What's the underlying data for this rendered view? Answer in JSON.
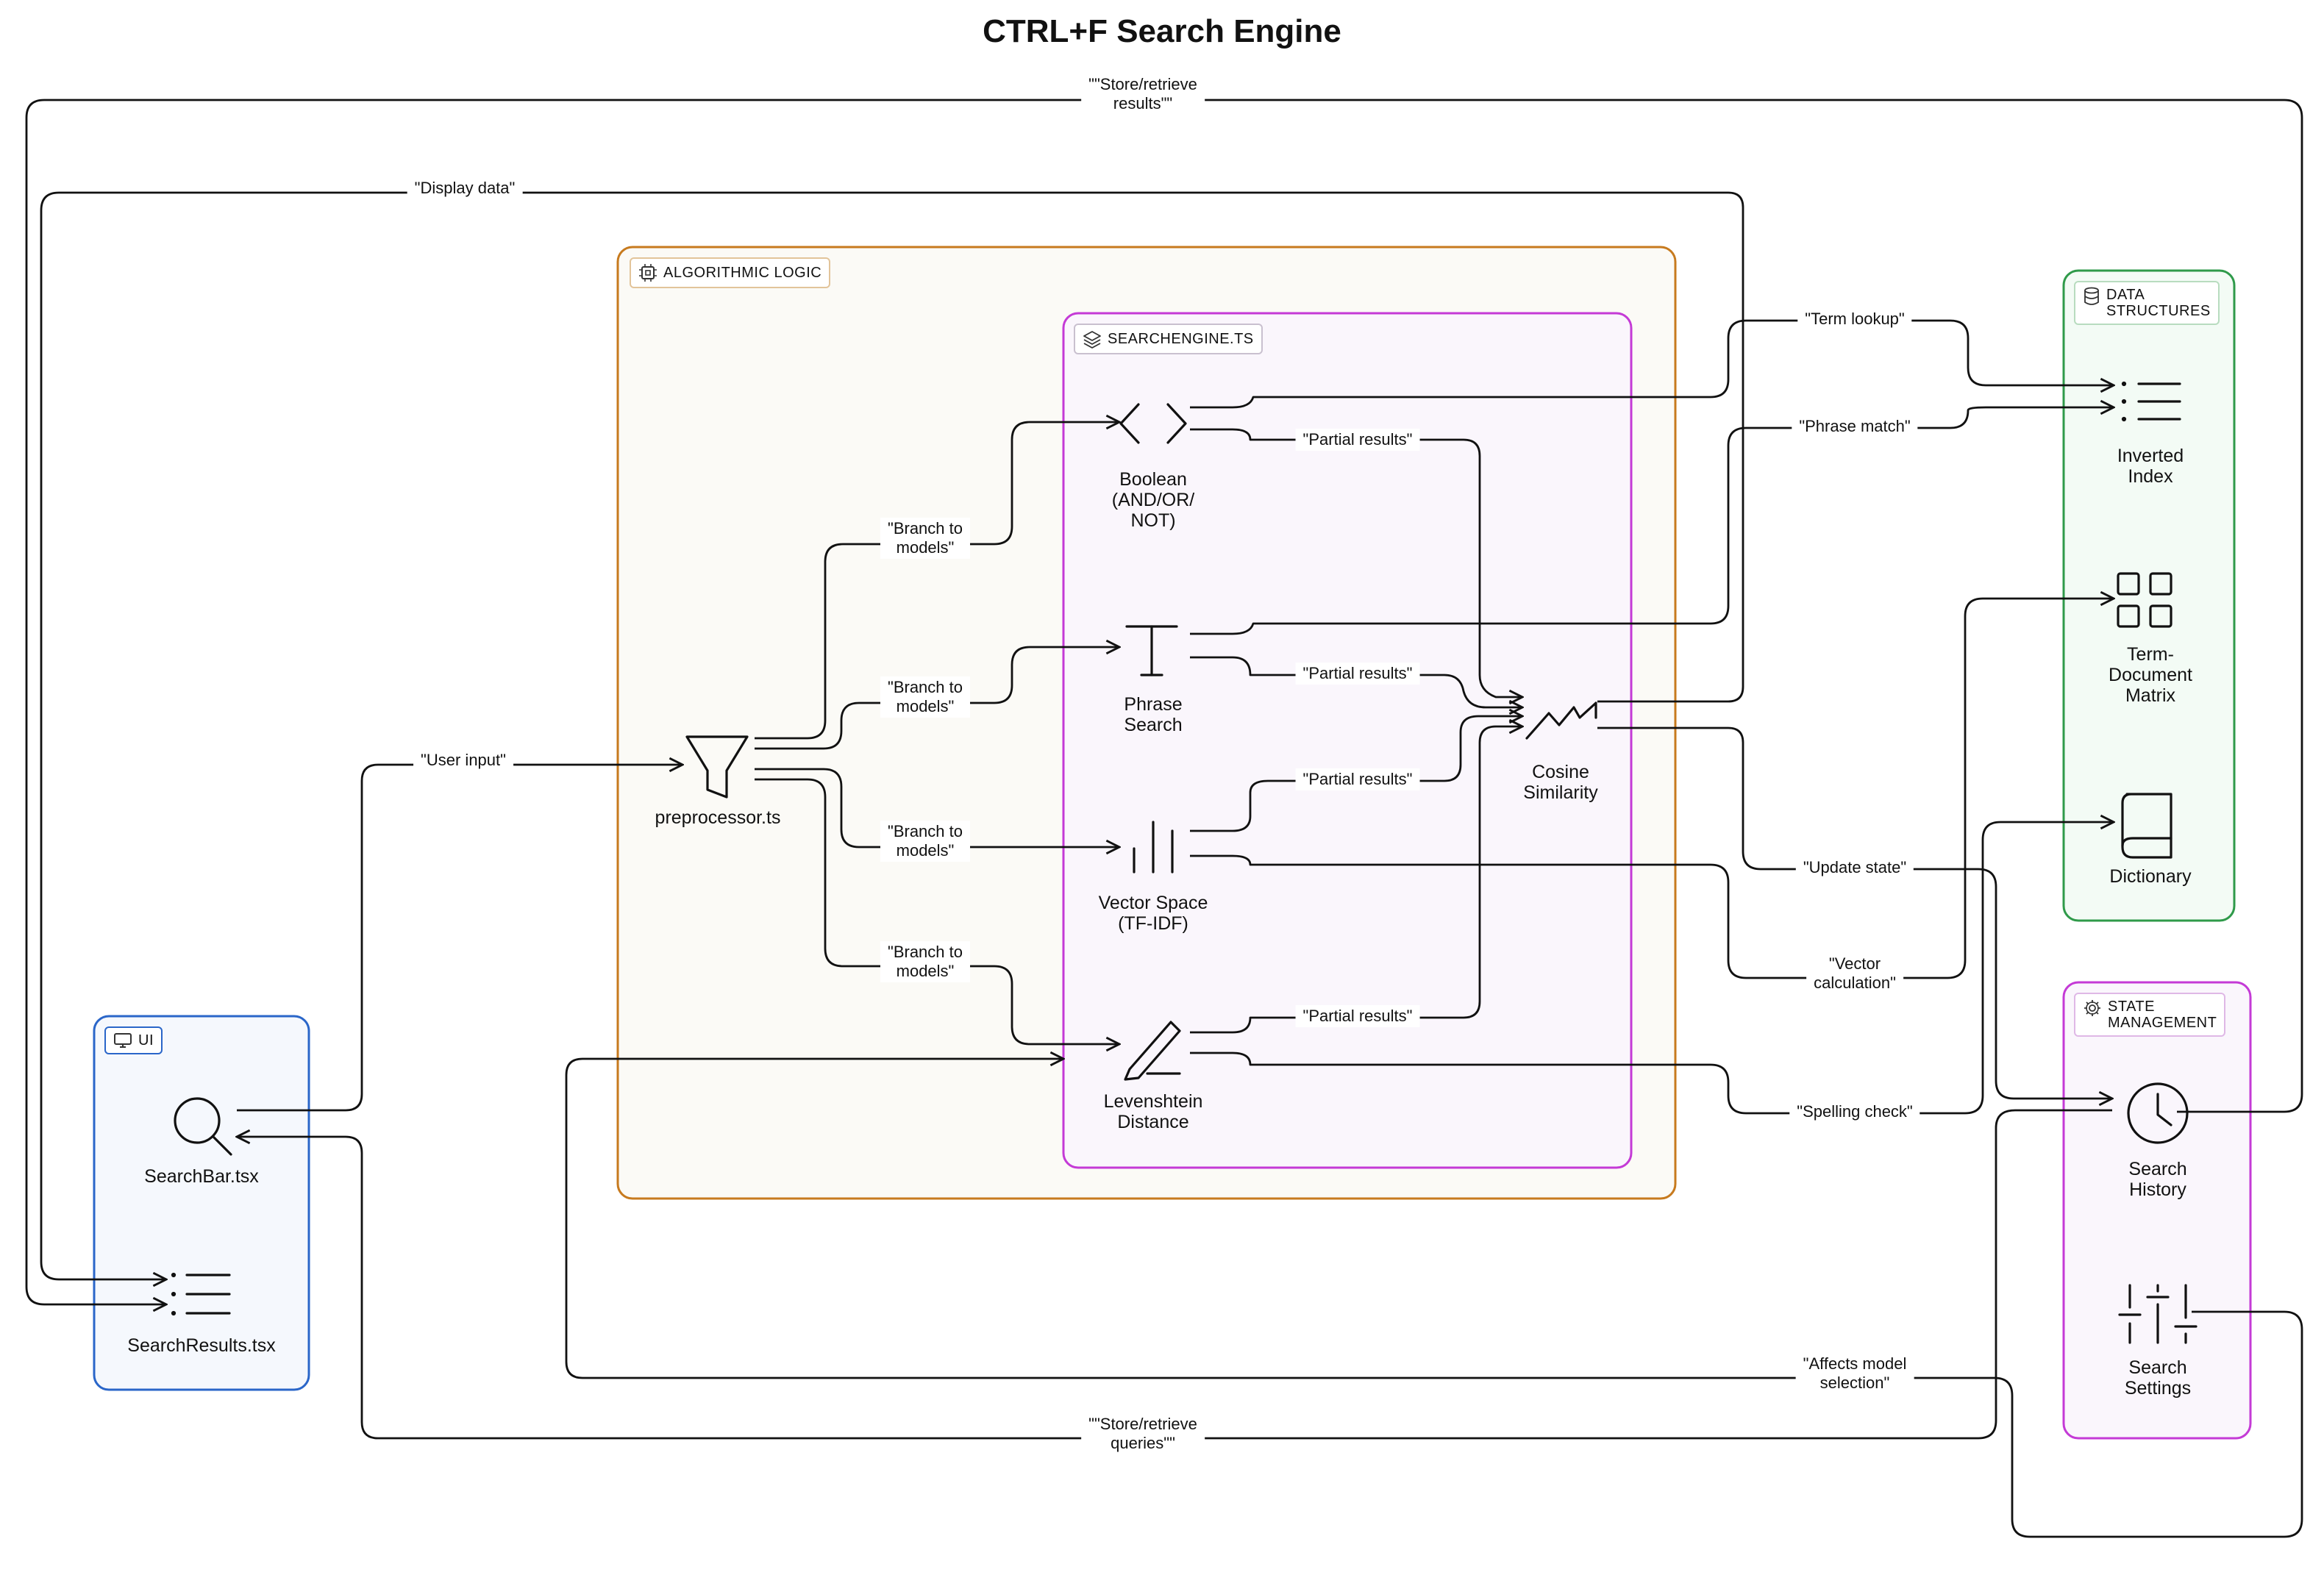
{
  "title": "CTRL+F Search Engine",
  "groups": {
    "ui": {
      "label": "UI",
      "icon": "monitor-icon",
      "color": "#2a66c9",
      "fill": "#f5f8fd"
    },
    "algorithmic_logic": {
      "label": "ALGORITHMIC LOGIC",
      "icon": "chip-icon",
      "color": "#c77a1e",
      "fill": "#fbfaf6"
    },
    "searchengine": {
      "label": "SEARCHENGINE.TS",
      "icon": "layers-icon",
      "color": "#c43ad6",
      "fill": "#faf6fc"
    },
    "data_structures": {
      "label": "DATA\nSTRUCTURES",
      "icon": "database-icon",
      "color": "#2f9a4a",
      "fill": "#f3fbf5"
    },
    "state_management": {
      "label": "STATE\nMANAGEMENT",
      "icon": "gear-icon",
      "color": "#c43ad6",
      "fill": "#faf6fc"
    }
  },
  "nodes": {
    "searchbar": {
      "label": "SearchBar.tsx",
      "icon": "search-icon"
    },
    "searchresults": {
      "label": "SearchResults.tsx",
      "icon": "list-icon"
    },
    "preprocessor": {
      "label": "preprocessor.ts",
      "icon": "filter-icon"
    },
    "boolean": {
      "label": "Boolean\n(AND/OR/\nNOT)",
      "icon": "code-brackets-icon"
    },
    "phrase": {
      "label": "Phrase\nSearch",
      "icon": "text-t-icon"
    },
    "vector": {
      "label": "Vector Space\n(TF-IDF)",
      "icon": "bars-icon"
    },
    "levenshtein": {
      "label": "Levenshtein\nDistance",
      "icon": "pen-icon"
    },
    "cosine": {
      "label": "Cosine\nSimilarity",
      "icon": "zigzag-icon"
    },
    "inverted_index": {
      "label": "Inverted\nIndex",
      "icon": "list-icon"
    },
    "term_doc_matrix": {
      "label": "Term-\nDocument\nMatrix",
      "icon": "grid-icon"
    },
    "dictionary": {
      "label": "Dictionary",
      "icon": "book-icon"
    },
    "search_history": {
      "label": "Search\nHistory",
      "icon": "clock-icon"
    },
    "search_settings": {
      "label": "Search\nSettings",
      "icon": "sliders-icon"
    }
  },
  "edges": {
    "store_results": "\"\"Store/retrieve\nresults\"\"",
    "display_data": "\"Display data\"",
    "user_input": "\"User input\"",
    "branch_1": "\"Branch to\nmodels\"",
    "branch_2": "\"Branch to\nmodels\"",
    "branch_3": "\"Branch to\nmodels\"",
    "branch_4": "\"Branch to\nmodels\"",
    "partial_1": "\"Partial results\"",
    "partial_2": "\"Partial results\"",
    "partial_3": "\"Partial results\"",
    "partial_4": "\"Partial results\"",
    "term_lookup": "\"Term lookup\"",
    "phrase_match": "\"Phrase match\"",
    "update_state": "\"Update state\"",
    "vector_calc": "\"Vector\ncalculation\"",
    "spelling_check": "\"Spelling check\"",
    "affects_model": "\"Affects model\nselection\"",
    "store_queries": "\"\"Store/retrieve\nqueries\"\""
  },
  "line_color": "#111111"
}
